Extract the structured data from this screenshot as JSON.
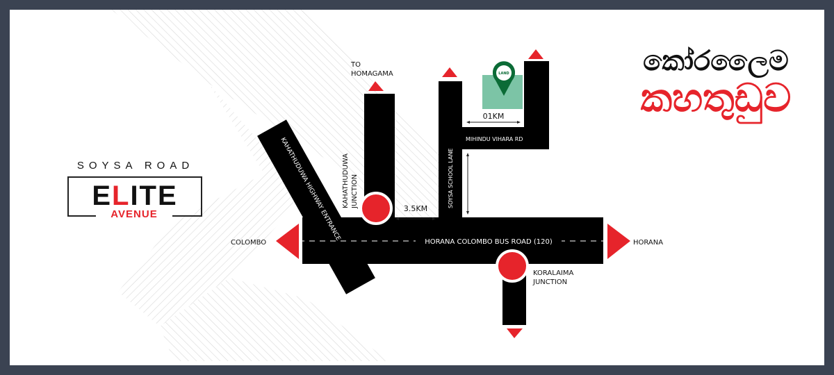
{
  "brand": {
    "top": "SOYSA ROAD",
    "word_a": "E",
    "word_b": "L",
    "word_c": "ITE",
    "sub": "AVENUE"
  },
  "title": {
    "line1": "කෝරලෛම",
    "line2": "කහතුඩුව"
  },
  "colors": {
    "road": "#000000",
    "accent": "#e6242b",
    "land": "#7cc4a6",
    "pin": "#0b6b36",
    "frame": "#3b4352"
  },
  "map": {
    "to_homagama": [
      "TO",
      "HOMAGAMA"
    ],
    "kahathuduwa_junction": [
      "KAHATHUDUWA",
      "JUNCTION"
    ],
    "highway": "KAHATHUDUWA HIGHWAY ENTRANCE",
    "soysa_lane": "SOYSA SCHOOL LANE",
    "mihindu": "MIHINDU VIHARA RD",
    "dist_1": "01KM",
    "dist_2": "3.5KM",
    "land": "LAND",
    "main_road": "HORANA COLOMBO BUS ROAD (120)",
    "colombo": "COLOMBO",
    "horana": "HORANA",
    "koralaima": [
      "KORALAIMA",
      "JUNCTION"
    ]
  }
}
